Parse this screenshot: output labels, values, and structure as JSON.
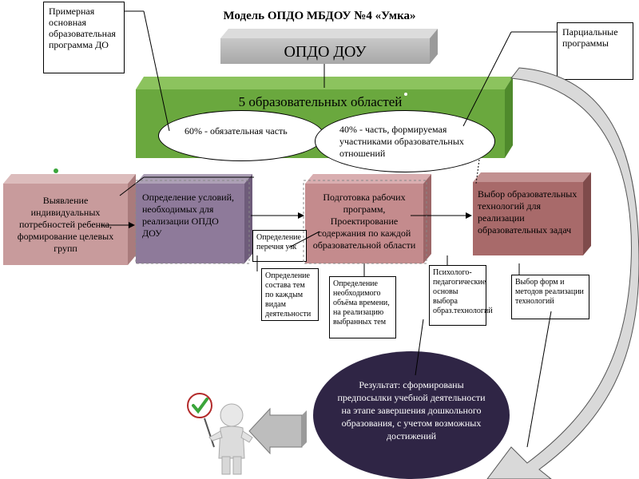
{
  "title": "Модель ОПДО МБДОУ №4 «Умка»",
  "callout_left": "Примерная основная образовательная программа ДО",
  "callout_right": "Парциальные программы",
  "opdo_label": "ОПДО ДОУ",
  "green_bar_label": "5 образовательных областей",
  "ellipse_left": "60% - обязательная часть",
  "ellipse_right": "40% - часть, формируемая участниками образовательных отношений",
  "blocks": {
    "b1": "Выявление индивидуальных потребностей ребенка, формирование целевых групп",
    "b2": "Определение условий, необходимых для реализации  ОПДО ДОУ",
    "b3": "Подготовка рабочих программ, Проектирование содержания по каждой образовательной области",
    "b4": "Выбор образовательных технологий для реализации образовательных задач"
  },
  "small_boxes": {
    "s1": "Определение перечня узк",
    "s2": "Определение состава тем по каждым видам деятельности",
    "s3": "Определение необходимого объёма времени, на реализацию выбранных тем",
    "s4": "Психолого-педагогические основы выбора образ.технологий",
    "s5": "Выбор форм и методов реализации технологий"
  },
  "result_text": "Результат: сформированы предпосылки учебной деятельности на этапе завершения дошкольного образования, с учетом возможных достижений",
  "colors": {
    "green": "#6aa83e",
    "pink": "#c89b9c",
    "purple": "#8e7a9a",
    "rose": "#c48b8d",
    "maroon": "#a86a6a",
    "result_bg": "#2f2545",
    "check": "#3aa53a"
  },
  "icons": [
    "checkmark-icon",
    "person-figure-icon",
    "arrow-left-icon"
  ]
}
